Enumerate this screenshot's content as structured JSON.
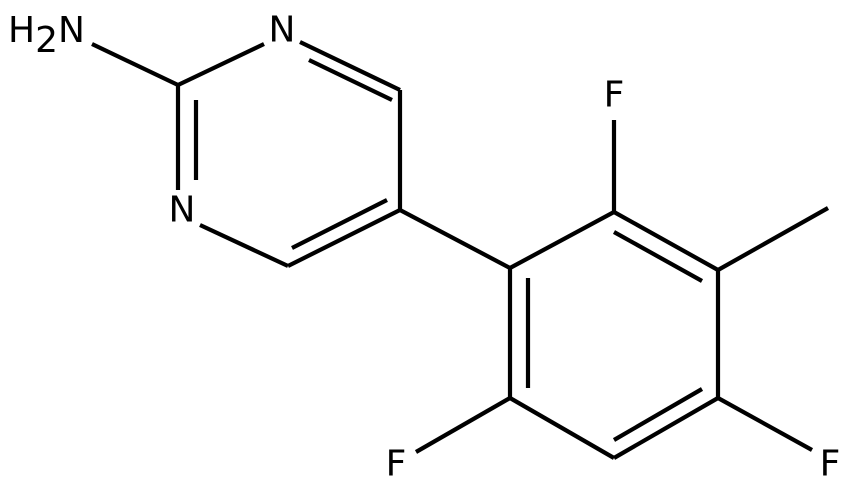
{
  "atoms": {
    "amine": {
      "label": "H2N"
    },
    "n1": {
      "label": "N"
    },
    "n3": {
      "label": "N"
    },
    "f_top": {
      "label": "F"
    },
    "f_left": {
      "label": "F"
    },
    "f_right": {
      "label": "F"
    }
  },
  "colors": {
    "stroke": "#000000",
    "background": "#ffffff"
  }
}
